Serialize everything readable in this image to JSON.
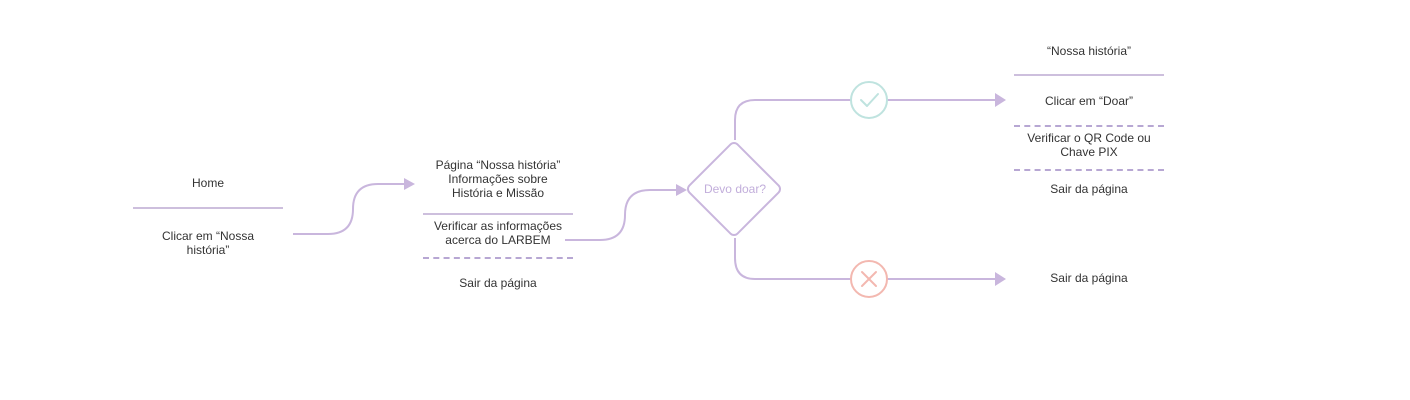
{
  "flow": {
    "home": {
      "title": "Home",
      "action": "Clicar em “Nossa\nhistória”"
    },
    "story_page": {
      "title": "Página “Nossa história”\nInformações sobre\nHistória e Missão",
      "step": "Verificar as informações\nacerca do LARBEM",
      "exit": "Sair da página"
    },
    "decision": {
      "label": "Devo doar?"
    },
    "yes_branch": {
      "title": "“Nossa história”",
      "action": "Clicar em “Doar”",
      "step": "Verificar o QR Code ou\nChave PIX",
      "exit": "Sair da página"
    },
    "no_branch": {
      "exit": "Sair da página"
    }
  },
  "colors": {
    "connector": "#c9b6dd",
    "divider": "#cdbfdd",
    "yes": "#bfe3df",
    "no": "#f3b8b0",
    "text": "#333333"
  },
  "icons": {
    "yes": "check-icon",
    "no": "x-icon"
  }
}
